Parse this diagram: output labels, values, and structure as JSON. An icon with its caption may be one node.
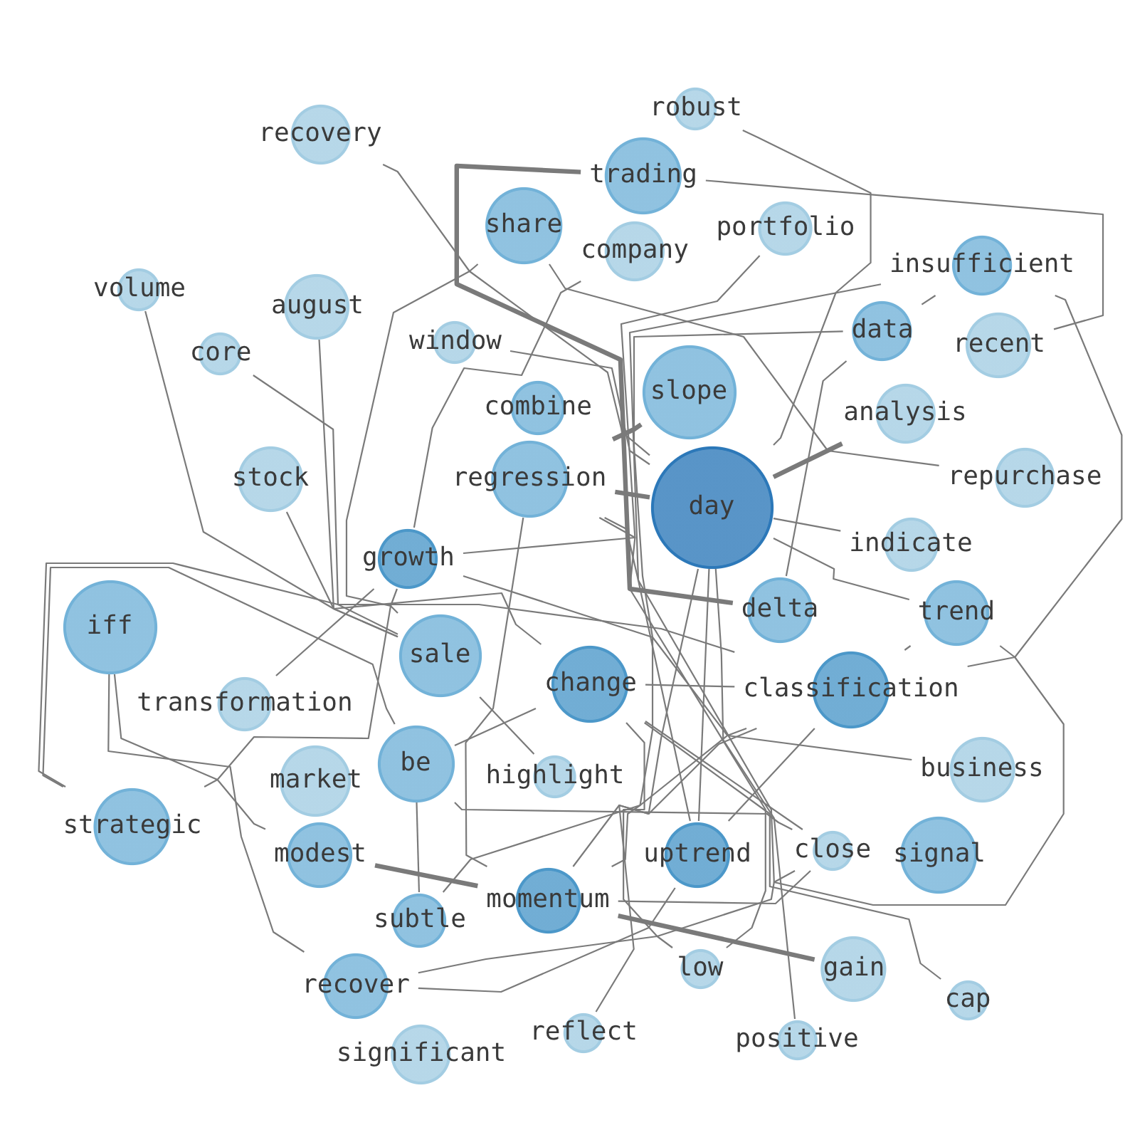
{
  "diagram": {
    "nodes": [
      {
        "text": [
          "robust"
        ]
      },
      {
        "text": [
          "recovery"
        ]
      },
      {
        "text": [
          "trading"
        ]
      },
      {
        "text": [
          "share"
        ]
      },
      {
        "text": [
          "company"
        ]
      },
      {
        "text": [
          "portfolio"
        ]
      },
      {
        "text": [
          "volume"
        ]
      },
      {
        "text": [
          "august"
        ]
      },
      {
        "text": [
          "core"
        ]
      },
      {
        "text": [
          "window"
        ]
      },
      {
        "text": [
          "insufficient"
        ]
      },
      {
        "text": [
          "data"
        ]
      },
      {
        "text": [
          "recent"
        ]
      },
      {
        "text": [
          "analysis"
        ]
      },
      {
        "text": [
          "repurchase"
        ]
      },
      {
        "text": [
          "slope"
        ]
      },
      {
        "text": [
          "combine"
        ]
      },
      {
        "text": [
          "regression"
        ]
      },
      {
        "text": [
          "day"
        ]
      },
      {
        "text": [
          "stock"
        ]
      },
      {
        "text": [
          "indicate"
        ]
      },
      {
        "text": [
          "growth"
        ]
      },
      {
        "text": [
          "iff"
        ]
      },
      {
        "text": [
          "delta"
        ]
      },
      {
        "text": [
          "trend"
        ]
      },
      {
        "text": [
          "classification"
        ]
      },
      {
        "text": [
          "sale"
        ]
      },
      {
        "text": [
          "change"
        ]
      },
      {
        "text": [
          "business"
        ]
      },
      {
        "text": [
          "transformation"
        ]
      },
      {
        "text": [
          "be"
        ]
      },
      {
        "text": [
          "market"
        ]
      },
      {
        "text": [
          "highlight"
        ]
      },
      {
        "text": [
          "strategic"
        ]
      },
      {
        "text": [
          "modest"
        ]
      },
      {
        "text": [
          "uptrend"
        ]
      },
      {
        "text": [
          "close"
        ]
      },
      {
        "text": [
          "signal"
        ]
      },
      {
        "text": [
          "momentum"
        ]
      },
      {
        "text": [
          "subtle"
        ]
      },
      {
        "text": [
          "recover"
        ]
      },
      {
        "text": [
          "significant"
        ]
      },
      {
        "text": [
          "low"
        ]
      },
      {
        "text": [
          "gain"
        ]
      },
      {
        "text": [
          "cap"
        ]
      },
      {
        "text": [
          "reflect"
        ]
      },
      {
        "text": [
          "positive"
        ]
      }
    ],
    "edges": [
      {
        "from": 1,
        "to": 18,
        "arrow": "none"
      },
      {
        "from": 0,
        "to": 18,
        "arrow": "none"
      },
      {
        "from": 2,
        "to": 12,
        "arrow": "none"
      },
      {
        "from": 2,
        "to": 23,
        "arrow": "none",
        "style": "thick"
      },
      {
        "from": 3,
        "to": 14,
        "arrow": "none"
      },
      {
        "from": 3,
        "to": 26,
        "arrow": "none"
      },
      {
        "from": 4,
        "to": 21,
        "arrow": "none"
      },
      {
        "from": 5,
        "to": 21,
        "arrow": "none"
      },
      {
        "from": 9,
        "to": 18,
        "arrow": "none"
      },
      {
        "from": 6,
        "to": 27,
        "arrow": "none"
      },
      {
        "from": 8,
        "to": 26,
        "arrow": "none"
      },
      {
        "from": 7,
        "to": 26,
        "arrow": "none"
      },
      {
        "from": 19,
        "to": 26,
        "arrow": "none"
      },
      {
        "from": 21,
        "to": 28,
        "arrow": "none"
      },
      {
        "from": 26,
        "to": 32,
        "arrow": "none"
      },
      {
        "from": 10,
        "to": 11,
        "arrow": "none"
      },
      {
        "from": 11,
        "to": 23,
        "arrow": "none"
      },
      {
        "from": 11,
        "to": 38,
        "arrow": "none"
      },
      {
        "from": 13,
        "to": 18,
        "arrow": "none",
        "style": "thick"
      },
      {
        "from": 17,
        "to": 15,
        "arrow": "none",
        "style": "thick"
      },
      {
        "from": 17,
        "to": 18,
        "arrow": "none",
        "style": "thick"
      },
      {
        "from": 18,
        "to": 20,
        "arrow": "none"
      },
      {
        "from": 18,
        "to": 24,
        "arrow": "none"
      },
      {
        "from": 17,
        "to": 24,
        "arrow": "none"
      },
      {
        "from": 17,
        "to": 38,
        "arrow": "none"
      },
      {
        "from": 17,
        "to": 42,
        "arrow": "none"
      },
      {
        "from": 18,
        "to": 35,
        "arrow": "none"
      },
      {
        "from": 18,
        "to": 45,
        "arrow": "none"
      },
      {
        "from": 18,
        "to": 46,
        "arrow": "none"
      },
      {
        "from": 27,
        "to": 42,
        "arrow": "none"
      },
      {
        "from": 27,
        "to": 36,
        "arrow": "none"
      },
      {
        "from": 27,
        "to": 44,
        "arrow": "none"
      },
      {
        "from": 38,
        "to": 36,
        "arrow": "none"
      },
      {
        "from": 30,
        "to": 36,
        "arrow": "none"
      },
      {
        "from": 34,
        "to": 38,
        "arrow": "none",
        "style": "thick"
      },
      {
        "from": 38,
        "to": 43,
        "arrow": "none",
        "style": "thick"
      },
      {
        "from": 22,
        "to": 34,
        "arrow": "none"
      },
      {
        "from": 22,
        "to": 40,
        "arrow": "none"
      },
      {
        "from": 30,
        "to": 39,
        "arrow": "none"
      },
      {
        "from": 40,
        "to": 35,
        "arrow": "none"
      },
      {
        "from": 33,
        "to": 30,
        "arrow": "none"
      },
      {
        "from": 30,
        "to": 27,
        "arrow": "none"
      },
      {
        "from": 27,
        "to": 25,
        "arrow": "none"
      },
      {
        "from": 25,
        "to": 24,
        "arrow": "none"
      },
      {
        "from": 40,
        "to": 36,
        "arrow": "none"
      },
      {
        "from": 25,
        "to": 38,
        "arrow": "none"
      },
      {
        "from": 10,
        "to": 35,
        "arrow": "none"
      },
      {
        "from": 21,
        "to": 29,
        "arrow": "none"
      },
      {
        "from": 21,
        "to": 33,
        "arrow": "none"
      },
      {
        "from": 10,
        "to": 25,
        "arrow": "none"
      },
      {
        "from": 39,
        "to": 25,
        "arrow": "none"
      },
      {
        "from": 33,
        "to": 25,
        "arrow": "none"
      },
      {
        "from": 25,
        "to": 35,
        "arrow": "none"
      }
    ]
  }
}
